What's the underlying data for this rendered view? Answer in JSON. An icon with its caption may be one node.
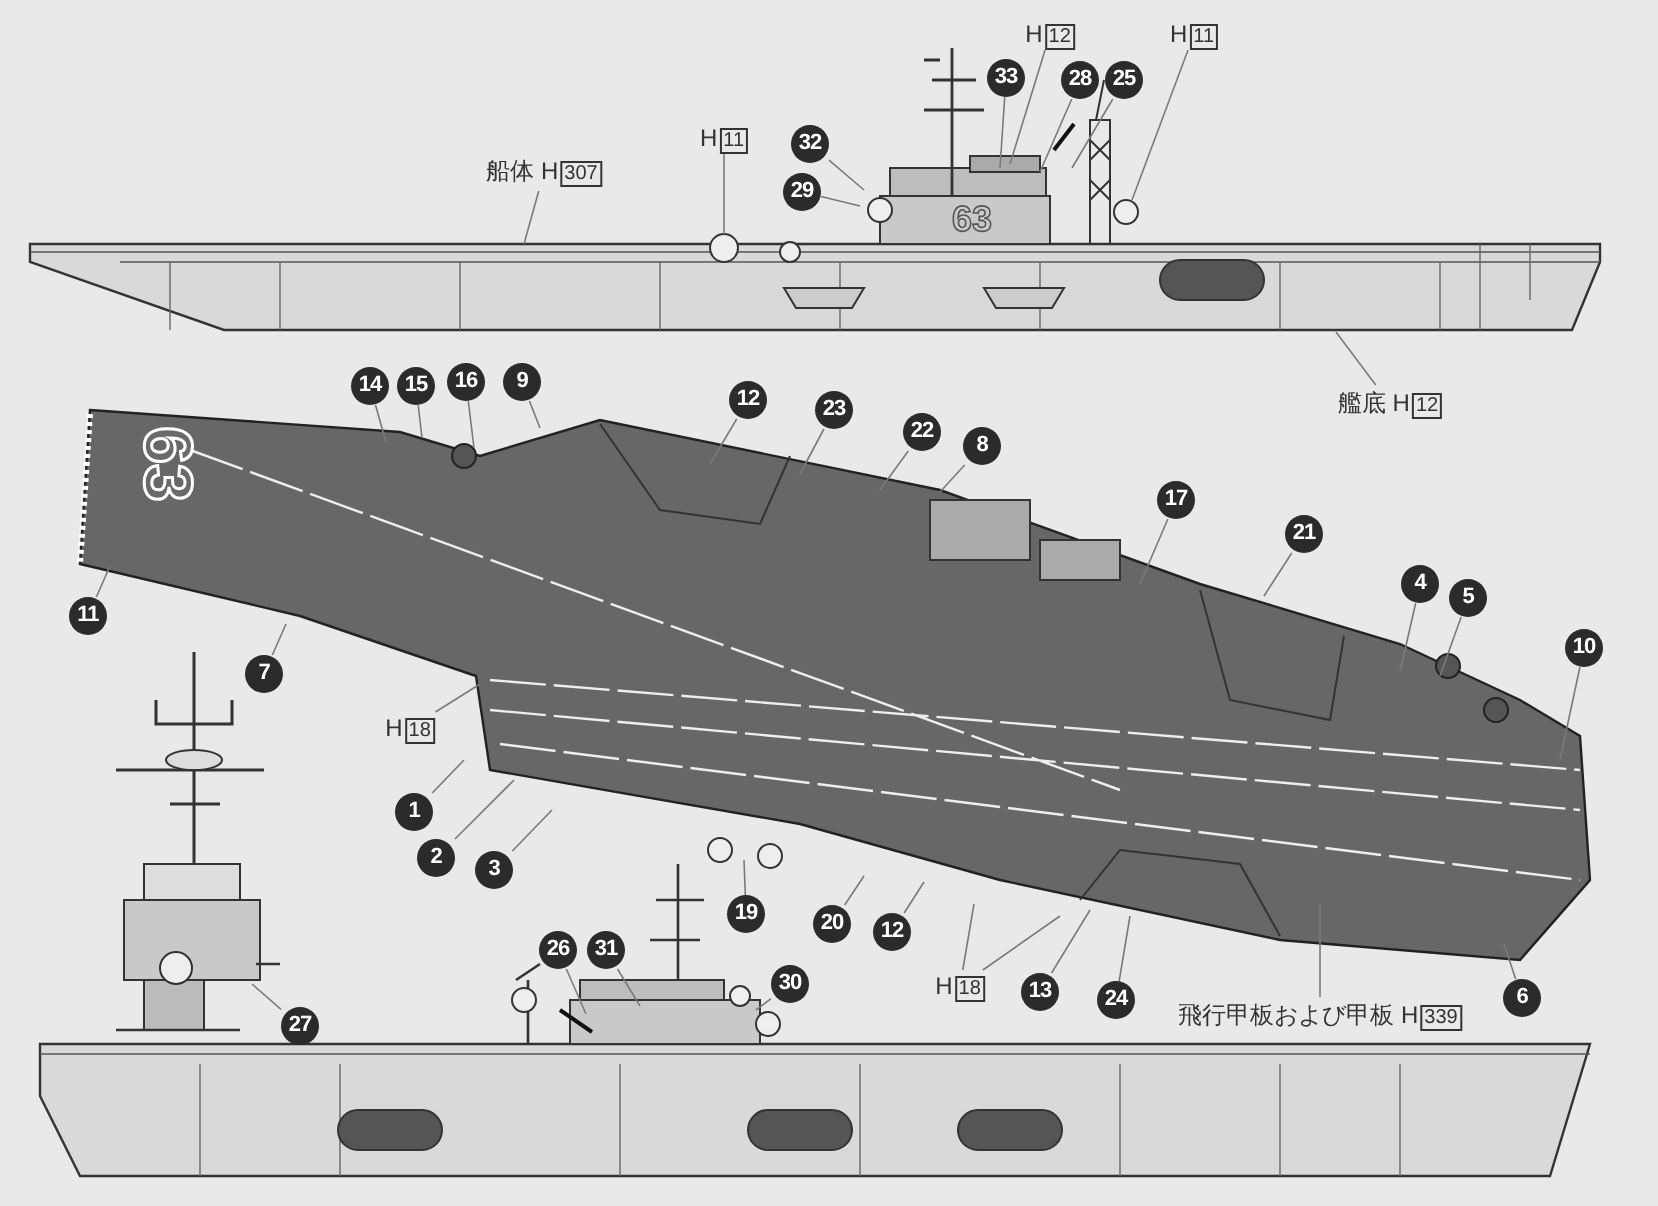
{
  "diagram": {
    "nodes": [
      {
        "text": [
          "船体 H307"
        ]
      },
      {
        "text": [
          "H11"
        ]
      },
      {
        "text": [
          "32"
        ]
      },
      {
        "text": [
          "29"
        ]
      },
      {
        "text": [
          "H12"
        ]
      },
      {
        "text": [
          "33"
        ]
      },
      {
        "text": [
          "28"
        ]
      },
      {
        "text": [
          "25"
        ]
      },
      {
        "text": [
          "H11"
        ]
      },
      {
        "text": [
          "艦底 H12"
        ]
      },
      {
        "text": [
          "14"
        ]
      },
      {
        "text": [
          "15"
        ]
      },
      {
        "text": [
          "16"
        ]
      },
      {
        "text": [
          "9"
        ]
      },
      {
        "text": [
          "12"
        ]
      },
      {
        "text": [
          "23"
        ]
      },
      {
        "text": [
          "22"
        ]
      },
      {
        "text": [
          "8"
        ]
      },
      {
        "text": [
          "17"
        ]
      },
      {
        "text": [
          "21"
        ]
      },
      {
        "text": [
          "4"
        ]
      },
      {
        "text": [
          "5"
        ]
      },
      {
        "text": [
          "10"
        ]
      },
      {
        "text": [
          "11"
        ]
      },
      {
        "text": [
          "7"
        ]
      },
      {
        "text": [
          "H18"
        ]
      },
      {
        "text": [
          "1"
        ]
      },
      {
        "text": [
          "2"
        ]
      },
      {
        "text": [
          "3"
        ]
      },
      {
        "text": [
          "19"
        ]
      },
      {
        "text": [
          "20"
        ]
      },
      {
        "text": [
          "12"
        ]
      },
      {
        "text": [
          "H18"
        ]
      },
      {
        "text": [
          "13"
        ]
      },
      {
        "text": [
          "24"
        ]
      },
      {
        "text": [
          "6"
        ]
      },
      {
        "text": [
          "飛行甲板および甲板 H339"
        ]
      },
      {
        "text": [
          "26"
        ]
      },
      {
        "text": [
          "31"
        ]
      },
      {
        "text": [
          "30"
        ]
      },
      {
        "text": [
          "27"
        ]
      }
    ],
    "edges": [
      {
        "from": 0,
        "to": null,
        "arrow": "none"
      },
      {
        "from": 1,
        "to": null,
        "arrow": "none"
      },
      {
        "from": 2,
        "to": null,
        "arrow": "none"
      },
      {
        "from": 3,
        "to": null,
        "arrow": "none"
      },
      {
        "from": 4,
        "to": null,
        "arrow": "none"
      },
      {
        "from": 5,
        "to": null,
        "arrow": "none"
      },
      {
        "from": 6,
        "to": null,
        "arrow": "none"
      },
      {
        "from": 7,
        "to": null,
        "arrow": "none"
      },
      {
        "from": 8,
        "to": null,
        "arrow": "none"
      },
      {
        "from": 9,
        "to": null,
        "arrow": "none"
      },
      {
        "from": 10,
        "to": null,
        "arrow": "none"
      },
      {
        "from": 11,
        "to": null,
        "arrow": "none"
      },
      {
        "from": 12,
        "to": null,
        "arrow": "none"
      },
      {
        "from": 13,
        "to": null,
        "arrow": "none"
      },
      {
        "from": 14,
        "to": null,
        "arrow": "none"
      },
      {
        "from": 15,
        "to": null,
        "arrow": "none"
      },
      {
        "from": 16,
        "to": null,
        "arrow": "none"
      },
      {
        "from": 17,
        "to": null,
        "arrow": "none"
      },
      {
        "from": 18,
        "to": null,
        "arrow": "none"
      },
      {
        "from": 19,
        "to": null,
        "arrow": "none"
      },
      {
        "from": 20,
        "to": null,
        "arrow": "none"
      },
      {
        "from": 21,
        "to": null,
        "arrow": "none"
      },
      {
        "from": 22,
        "to": null,
        "arrow": "none"
      },
      {
        "from": 23,
        "to": null,
        "arrow": "none"
      },
      {
        "from": 24,
        "to": null,
        "arrow": "none"
      },
      {
        "from": 25,
        "to": null,
        "arrow": "none"
      },
      {
        "from": 26,
        "to": null,
        "arrow": "none"
      },
      {
        "from": 27,
        "to": null,
        "arrow": "none"
      },
      {
        "from": 28,
        "to": null,
        "arrow": "none"
      },
      {
        "from": 29,
        "to": null,
        "arrow": "none"
      },
      {
        "from": 30,
        "to": null,
        "arrow": "none"
      },
      {
        "from": 31,
        "to": null,
        "arrow": "none"
      },
      {
        "from": 32,
        "to": null,
        "arrow": "none"
      },
      {
        "from": 32,
        "to": null,
        "arrow": "none"
      },
      {
        "from": 33,
        "to": null,
        "arrow": "none"
      },
      {
        "from": 34,
        "to": null,
        "arrow": "none"
      },
      {
        "from": 35,
        "to": null,
        "arrow": "none"
      },
      {
        "from": 36,
        "to": null,
        "arrow": "none"
      },
      {
        "from": 37,
        "to": null,
        "arrow": "none"
      },
      {
        "from": 38,
        "to": null,
        "arrow": "none"
      },
      {
        "from": 39,
        "to": null,
        "arrow": "none"
      },
      {
        "from": 40,
        "to": null,
        "arrow": "none"
      }
    ],
    "labels": [
      "63",
      "63"
    ]
  }
}
